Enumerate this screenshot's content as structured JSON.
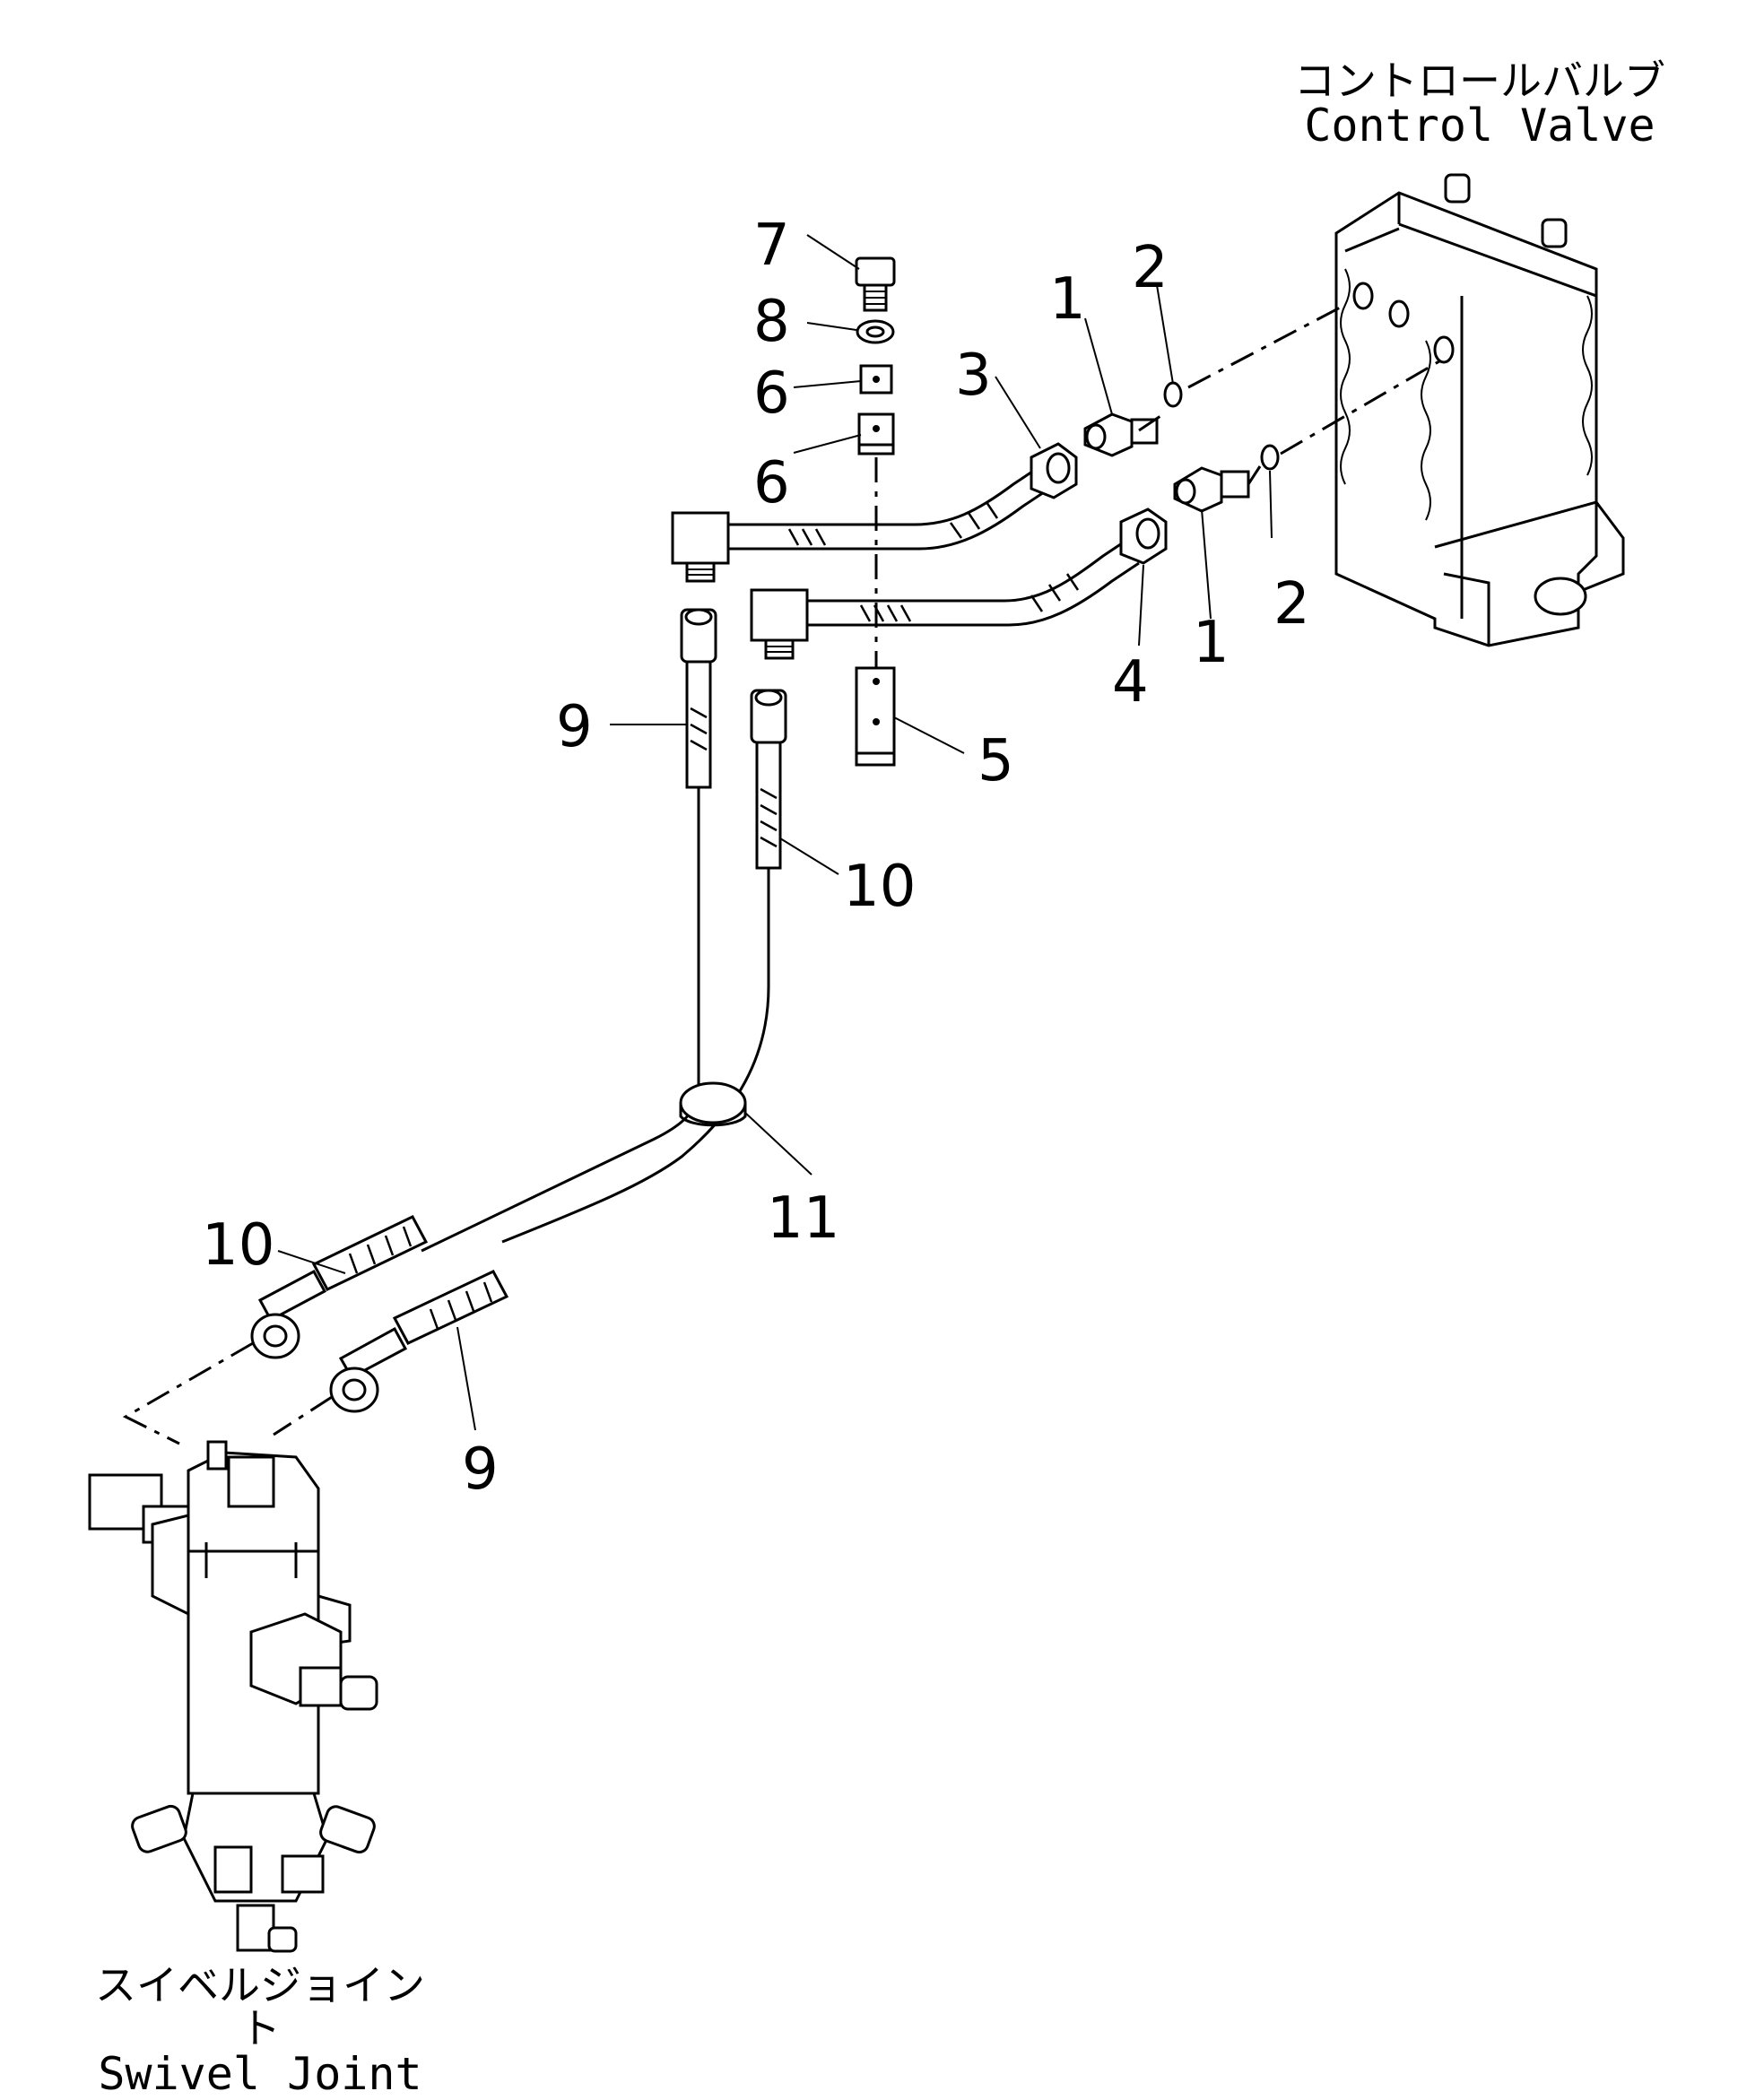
{
  "control_valve": {
    "label_jp": "コントロールバルブ",
    "label_en": "Control Valve"
  },
  "swivel_joint": {
    "label_jp": "スイベルジョイント",
    "label_en": "Swivel Joint"
  },
  "callouts": [
    "1",
    "2",
    "3",
    "1",
    "2",
    "4",
    "5",
    "6",
    "6",
    "7",
    "8",
    "9",
    "10",
    "11",
    "10",
    "9"
  ]
}
